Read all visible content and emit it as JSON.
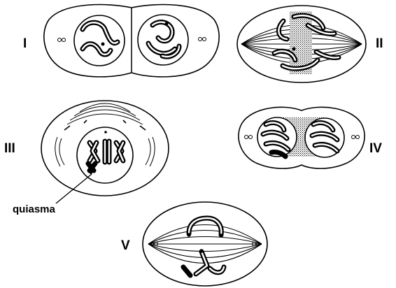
{
  "stages": {
    "I": "I",
    "II": "II",
    "III": "III",
    "IV": "IV",
    "V": "V"
  },
  "annotations": {
    "chiasma": "quiasma"
  }
}
